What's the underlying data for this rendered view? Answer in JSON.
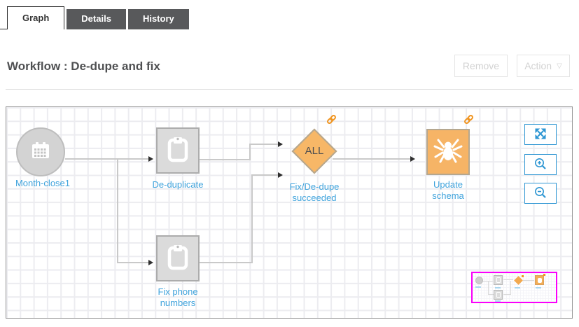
{
  "tabs": [
    {
      "label": "Graph",
      "active": true
    },
    {
      "label": "Details",
      "active": false
    },
    {
      "label": "History",
      "active": false
    }
  ],
  "header": {
    "title": "Workflow : De-dupe and fix",
    "remove_label": "Remove",
    "action_label": "Action",
    "action_caret": "▽",
    "buttons_disabled": true
  },
  "workflow": {
    "nodes": [
      {
        "id": "month-close1",
        "shape": "circle",
        "icon": "calendar-icon",
        "label": "Month-close1"
      },
      {
        "id": "de-duplicate",
        "shape": "square",
        "icon": "clipboard-icon",
        "label": "De-duplicate"
      },
      {
        "id": "fix-phone-numbers",
        "shape": "square",
        "icon": "clipboard-icon",
        "label": "Fix phone numbers",
        "label_lines": [
          "Fix phone",
          "numbers"
        ]
      },
      {
        "id": "fix-de-dupe-succeeded",
        "shape": "diamond",
        "badge": "link-icon",
        "text": "ALL",
        "label": "Fix/De-dupe succeeded",
        "label_lines": [
          "Fix/De-dupe",
          "succeeded"
        ]
      },
      {
        "id": "update-schema",
        "shape": "square",
        "icon": "spider-icon",
        "badge": "link-icon",
        "label": "Update schema",
        "label_lines": [
          "Update",
          "schema"
        ]
      }
    ],
    "edges": [
      {
        "from": "month-close1",
        "to": "de-duplicate"
      },
      {
        "from": "month-close1",
        "to": "fix-phone-numbers"
      },
      {
        "from": "de-duplicate",
        "to": "fix-de-dupe-succeeded"
      },
      {
        "from": "fix-phone-numbers",
        "to": "fix-de-dupe-succeeded"
      },
      {
        "from": "fix-de-dupe-succeeded",
        "to": "update-schema"
      }
    ],
    "controls": [
      {
        "name": "fit-to-screen"
      },
      {
        "name": "zoom-in"
      },
      {
        "name": "zoom-out"
      }
    ]
  },
  "colors": {
    "accent_blue": "#2E96D3",
    "label_blue": "#3FA3DC",
    "node_orange": "#F6B466",
    "badge_orange": "#F0941F",
    "node_gray": "#DBDBDB",
    "connector_gray": "#C9C9C9",
    "minimap_border": "#FB00FB",
    "tab_gray": "#58595B"
  }
}
